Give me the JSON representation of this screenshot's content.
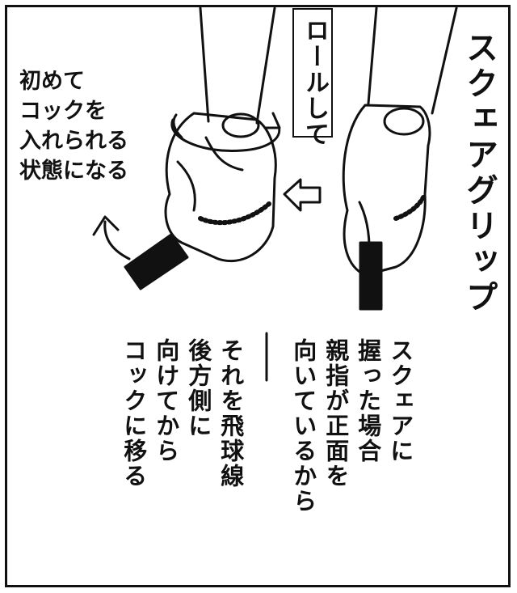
{
  "title": "スクェアグリップ",
  "roll_label": "ロールして",
  "left_caption": [
    "初めて",
    "コックを",
    "入れられる",
    "状態になる"
  ],
  "explanation_right": [
    "スクェアに",
    "握った場合",
    "親指が正面を",
    "向いているから"
  ],
  "explanation_left": [
    "それを飛球線",
    "後方側に",
    "向けてから",
    "コックに移る"
  ]
}
